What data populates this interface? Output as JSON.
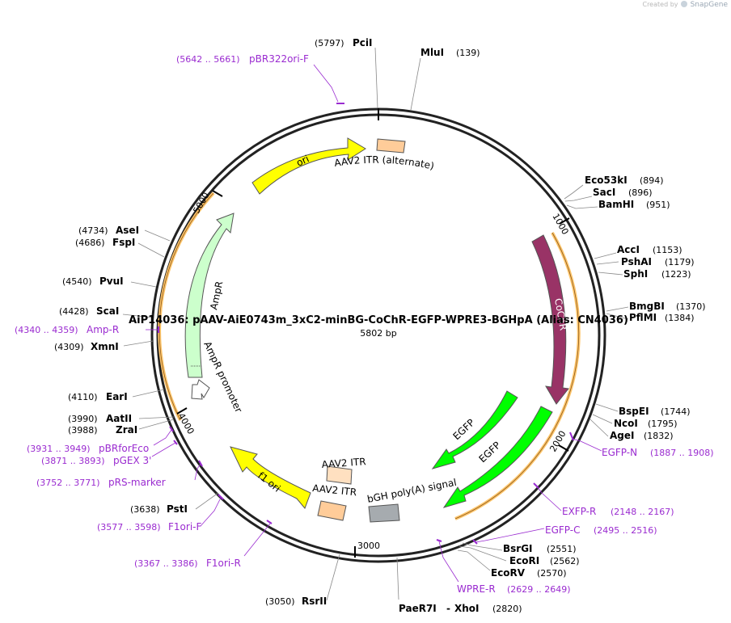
{
  "credit": {
    "prefix": "Created by",
    "brand": "SnapGene"
  },
  "plasmid": {
    "name": "AiP14036: pAAV-AiE0743m_3xC2-minBG-CoChR-EGFP-WPRE3-BGHpA  (Alias: CN4036)",
    "length": "5802 bp"
  },
  "ticks": [
    "1000",
    "2000",
    "3000",
    "4000",
    "5000"
  ],
  "sites": [
    {
      "name": "PciI",
      "pos": "(5797)"
    },
    {
      "name": "MluI",
      "pos": "(139)"
    },
    {
      "name": "Eco53kI",
      "pos": "(894)"
    },
    {
      "name": "SacI",
      "pos": "(896)"
    },
    {
      "name": "BamHI",
      "pos": "(951)"
    },
    {
      "name": "AccI",
      "pos": "(1153)"
    },
    {
      "name": "PshAI",
      "pos": "(1179)"
    },
    {
      "name": "SphI",
      "pos": "(1223)"
    },
    {
      "name": "BmgBI",
      "pos": "(1370)"
    },
    {
      "name": "PflMI",
      "pos": "(1384)"
    },
    {
      "name": "BspEI",
      "pos": "(1744)"
    },
    {
      "name": "NcoI",
      "pos": "(1795)"
    },
    {
      "name": "AgeI",
      "pos": "(1832)"
    },
    {
      "name": "BsrGI",
      "pos": "(2551)"
    },
    {
      "name": "EcoRI",
      "pos": "(2562)"
    },
    {
      "name": "EcoRV",
      "pos": "(2570)"
    },
    {
      "name": "PaeR7I",
      "pos": "(2820)"
    },
    {
      "name": "XhoI",
      "pos": ""
    },
    {
      "name": "RsrII",
      "pos": "(3050)"
    },
    {
      "name": "PstI",
      "pos": "(3638)"
    },
    {
      "name": "ZraI",
      "pos": "(3988)"
    },
    {
      "name": "AatII",
      "pos": "(3990)"
    },
    {
      "name": "EarI",
      "pos": "(4110)"
    },
    {
      "name": "XmnI",
      "pos": "(4309)"
    },
    {
      "name": "ScaI",
      "pos": "(4428)"
    },
    {
      "name": "PvuI",
      "pos": "(4540)"
    },
    {
      "name": "FspI",
      "pos": "(4686)"
    },
    {
      "name": "AseI",
      "pos": "(4734)"
    }
  ],
  "primers": [
    {
      "name": "pBR322ori-F",
      "range": "(5642 .. 5661)"
    },
    {
      "name": "EGFP-N",
      "range": "(1887 .. 1908)"
    },
    {
      "name": "EXFP-R",
      "range": "(2148 .. 2167)"
    },
    {
      "name": "EGFP-C",
      "range": "(2495 .. 2516)"
    },
    {
      "name": "WPRE-R",
      "range": "(2629 .. 2649)"
    },
    {
      "name": "F1ori-R",
      "range": "(3367 .. 3386)"
    },
    {
      "name": "F1ori-F",
      "range": "(3577 .. 3598)"
    },
    {
      "name": "pRS-marker",
      "range": "(3752 .. 3771)"
    },
    {
      "name": "pGEX 3'",
      "range": "(3871 .. 3893)"
    },
    {
      "name": "pBRforEco",
      "range": "(3931 .. 3949)"
    },
    {
      "name": "Amp-R",
      "range": "(4340 .. 4359)"
    }
  ],
  "features": [
    {
      "name": "ori"
    },
    {
      "name": "AAV2 ITR (alternate)"
    },
    {
      "name": "CoChR"
    },
    {
      "name": "EGFP"
    },
    {
      "name": "EGFP"
    },
    {
      "name": "bGH poly(A) signal"
    },
    {
      "name": "AAV2 ITR"
    },
    {
      "name": "AAV2 ITR"
    },
    {
      "name": "f1 ori"
    },
    {
      "name": "AmpR promoter"
    },
    {
      "name": "AmpR"
    }
  ],
  "colors": {
    "ori": "#ffff00",
    "itr": "#ffcc99",
    "cochr": "#993366",
    "egfp": "#00ff00",
    "bgh": "#a6abaf",
    "f1ori": "#ffff00",
    "ampr": "#ccffcc",
    "amprpromoter": "#ffffff",
    "orf": "#ffc56a",
    "primer": "#9a2bd0",
    "backbone": "#222222"
  }
}
